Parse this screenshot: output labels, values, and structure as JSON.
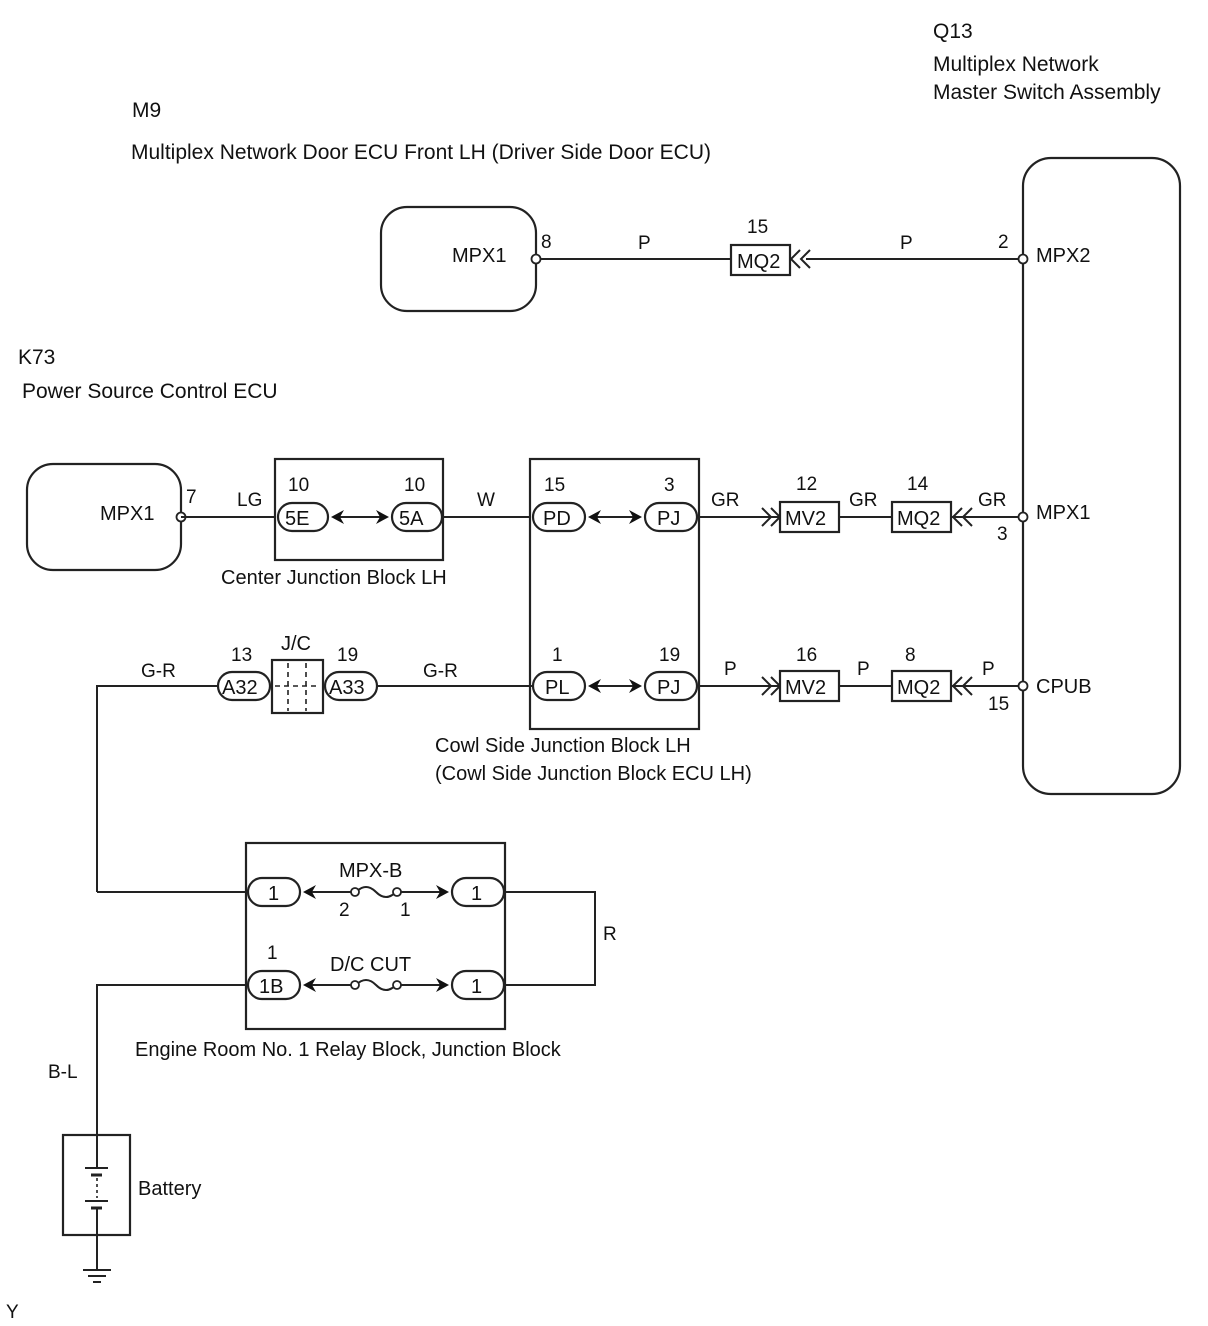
{
  "components": {
    "q13": {
      "code": "Q13",
      "name_line1": "Multiplex Network",
      "name_line2": "Master Switch Assembly",
      "pins": {
        "mpx2": "MPX2",
        "mpx1": "MPX1",
        "cpub": "CPUB"
      },
      "pin_numbers": {
        "mpx2": "2",
        "mpx1": "3",
        "cpub": "15"
      }
    },
    "m9": {
      "code": "M9",
      "name": "Multiplex Network Door ECU Front LH (Driver Side Door ECU)",
      "pin": "MPX1",
      "pin_number": "8"
    },
    "k73": {
      "code": "K73",
      "name": "Power Source Control ECU",
      "pin": "MPX1",
      "pin_number": "7"
    },
    "center_jb": {
      "name": "Center Junction Block LH",
      "left": {
        "label": "5E",
        "pin": "10"
      },
      "right": {
        "label": "5A",
        "pin": "10"
      }
    },
    "cowl_jb": {
      "name_line1": "Cowl Side Junction Block LH",
      "name_line2": "(Cowl Side Junction Block ECU LH)",
      "top_left": {
        "label": "PD",
        "pin": "15"
      },
      "top_right": {
        "label": "PJ",
        "pin": "3"
      },
      "bottom_left": {
        "label": "PL",
        "pin": "1"
      },
      "bottom_right": {
        "label": "PJ",
        "pin": "19"
      }
    },
    "jc": {
      "label": "J/C",
      "left": {
        "label": "A32",
        "pin": "13"
      },
      "right": {
        "label": "A33",
        "pin": "19"
      }
    },
    "engine_room": {
      "name": "Engine Room No. 1 Relay Block, Junction Block",
      "fuse_top": {
        "name": "MPX-B",
        "pin_left": "2",
        "pin_right": "1"
      },
      "fuse_bottom": {
        "name": "D/C CUT"
      },
      "conn_top_left": "1",
      "conn_top_right": "1",
      "conn_bottom_left": "1B",
      "conn_bottom_left_pin": "1",
      "conn_bottom_right": "1"
    },
    "battery": {
      "name": "Battery"
    }
  },
  "inline_connectors": {
    "mq2_top": {
      "label": "MQ2",
      "pin": "15"
    },
    "mv2_mid": {
      "label": "MV2",
      "pin": "12"
    },
    "mq2_mid": {
      "label": "MQ2",
      "pin": "14"
    },
    "mv2_low": {
      "label": "MV2",
      "pin": "16"
    },
    "mq2_low": {
      "label": "MQ2",
      "pin": "8"
    }
  },
  "wire_colors": {
    "top_left": "P",
    "top_right": "P",
    "k73_out": "LG",
    "cjb_to_cowl": "W",
    "mid_1": "GR",
    "mid_2": "GR",
    "mid_3": "GR",
    "jc_left": "G-R",
    "jc_right": "G-R",
    "low_1": "P",
    "low_2": "P",
    "low_3": "P",
    "relay_loop": "R",
    "battery_wire": "B-L"
  },
  "footer_code": "Y"
}
